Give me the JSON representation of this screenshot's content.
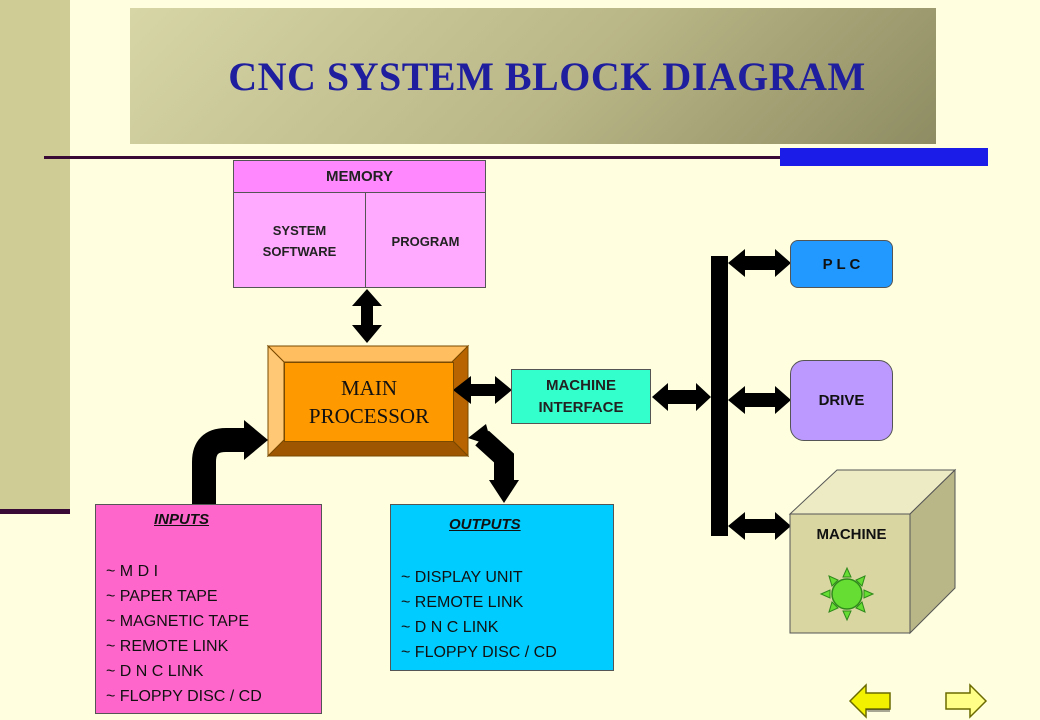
{
  "title": "CNC  SYSTEM BLOCK DIAGRAM",
  "memory": {
    "header": "MEMORY",
    "left_cell": [
      "SYSTEM",
      "SOFTWARE"
    ],
    "right_cell": "PROGRAM"
  },
  "processor": {
    "lines": [
      "MAIN",
      "PROCESSOR"
    ]
  },
  "machine_interface": {
    "lines": [
      "MACHINE",
      "INTERFACE"
    ]
  },
  "plc": "P L C",
  "drive": "DRIVE",
  "machine": "MACHINE",
  "inputs": {
    "heading": "INPUTS",
    "items": [
      "~ M D I",
      "~ PAPER TAPE",
      "~ MAGNETIC TAPE",
      "~ REMOTE LINK",
      "~ D N C LINK",
      "~ FLOPPY DISC / CD"
    ]
  },
  "outputs": {
    "heading": "OUTPUTS",
    "items": [
      "~ DISPLAY UNIT",
      "~ REMOTE LINK",
      "~ D N C LINK",
      "~ FLOPPY DISC / CD"
    ]
  },
  "colors": {
    "title": "#1E1E9E",
    "memory": "#FFAAFF",
    "processor": "#FF9900",
    "machine_interface": "#33FFCC",
    "plc": "#2299FF",
    "drive": "#BB99FF",
    "machine": "#D9D6A2",
    "inputs": "#FF66CC",
    "outputs": "#00CCFF",
    "nav_back": "#F2F200",
    "nav_forward": "#FFFF88"
  },
  "icons": {
    "nav_back": "left-arrow-icon",
    "nav_forward": "right-arrow-icon",
    "machine": "sun-gear-icon"
  }
}
